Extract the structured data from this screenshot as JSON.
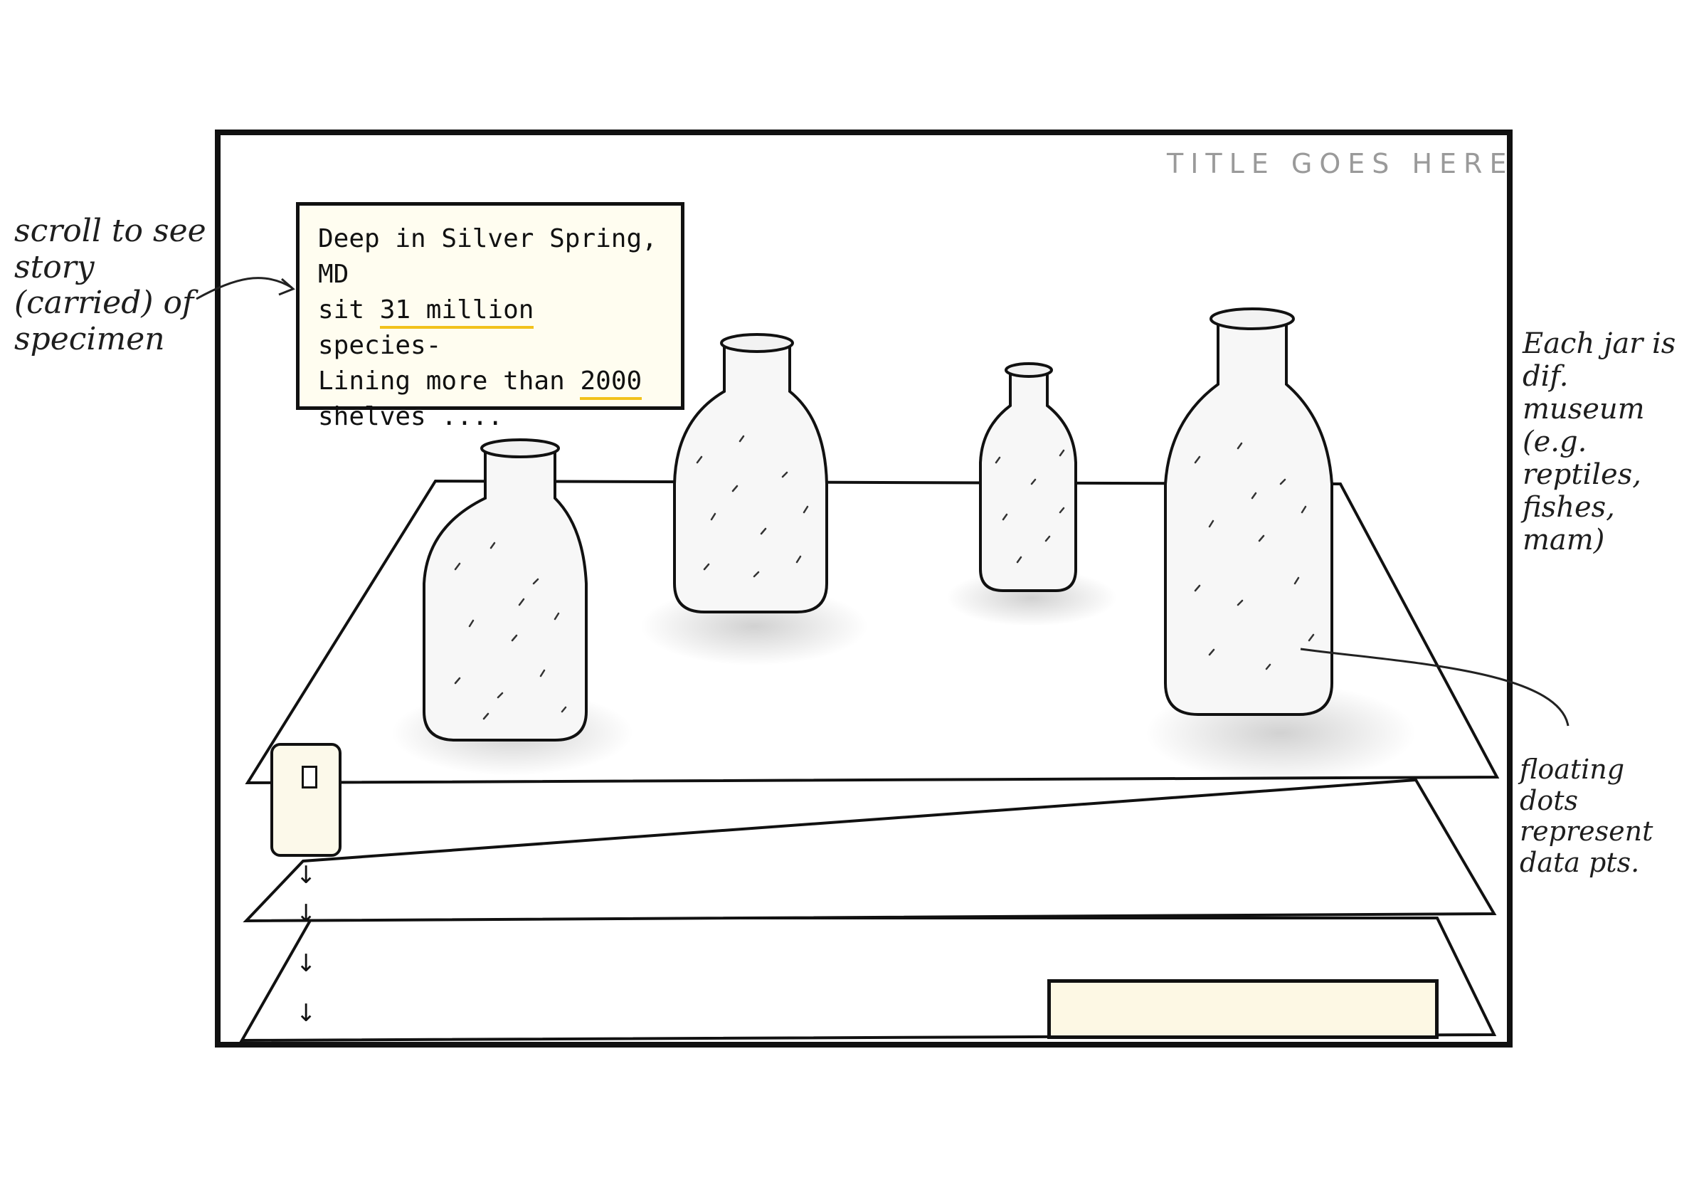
{
  "header": {
    "title_placeholder": "TITLE GOES HERE"
  },
  "story_card": {
    "line1": "Deep in Silver Spring, MD",
    "line2_pre": "sit ",
    "line2_highlight": "31 million",
    "line2_post": " species-",
    "line3_pre": "Lining more than ",
    "line3_highlight": "2000",
    "line4": "shelves ....",
    "highlight_color": "#f2c21b"
  },
  "annotations": {
    "left": "scroll to see story (carried) of specimen",
    "right_top": "Each jar is dif. museum (e.g. reptiles, fishes, mam)",
    "right_bottom": "floating dots represent data pts."
  },
  "scroll_indicator": {
    "arrow_glyph": "↓"
  },
  "colors": {
    "card_fill": "#fffdf0",
    "frame": "#111111",
    "title_grey": "#9a9a9a"
  }
}
